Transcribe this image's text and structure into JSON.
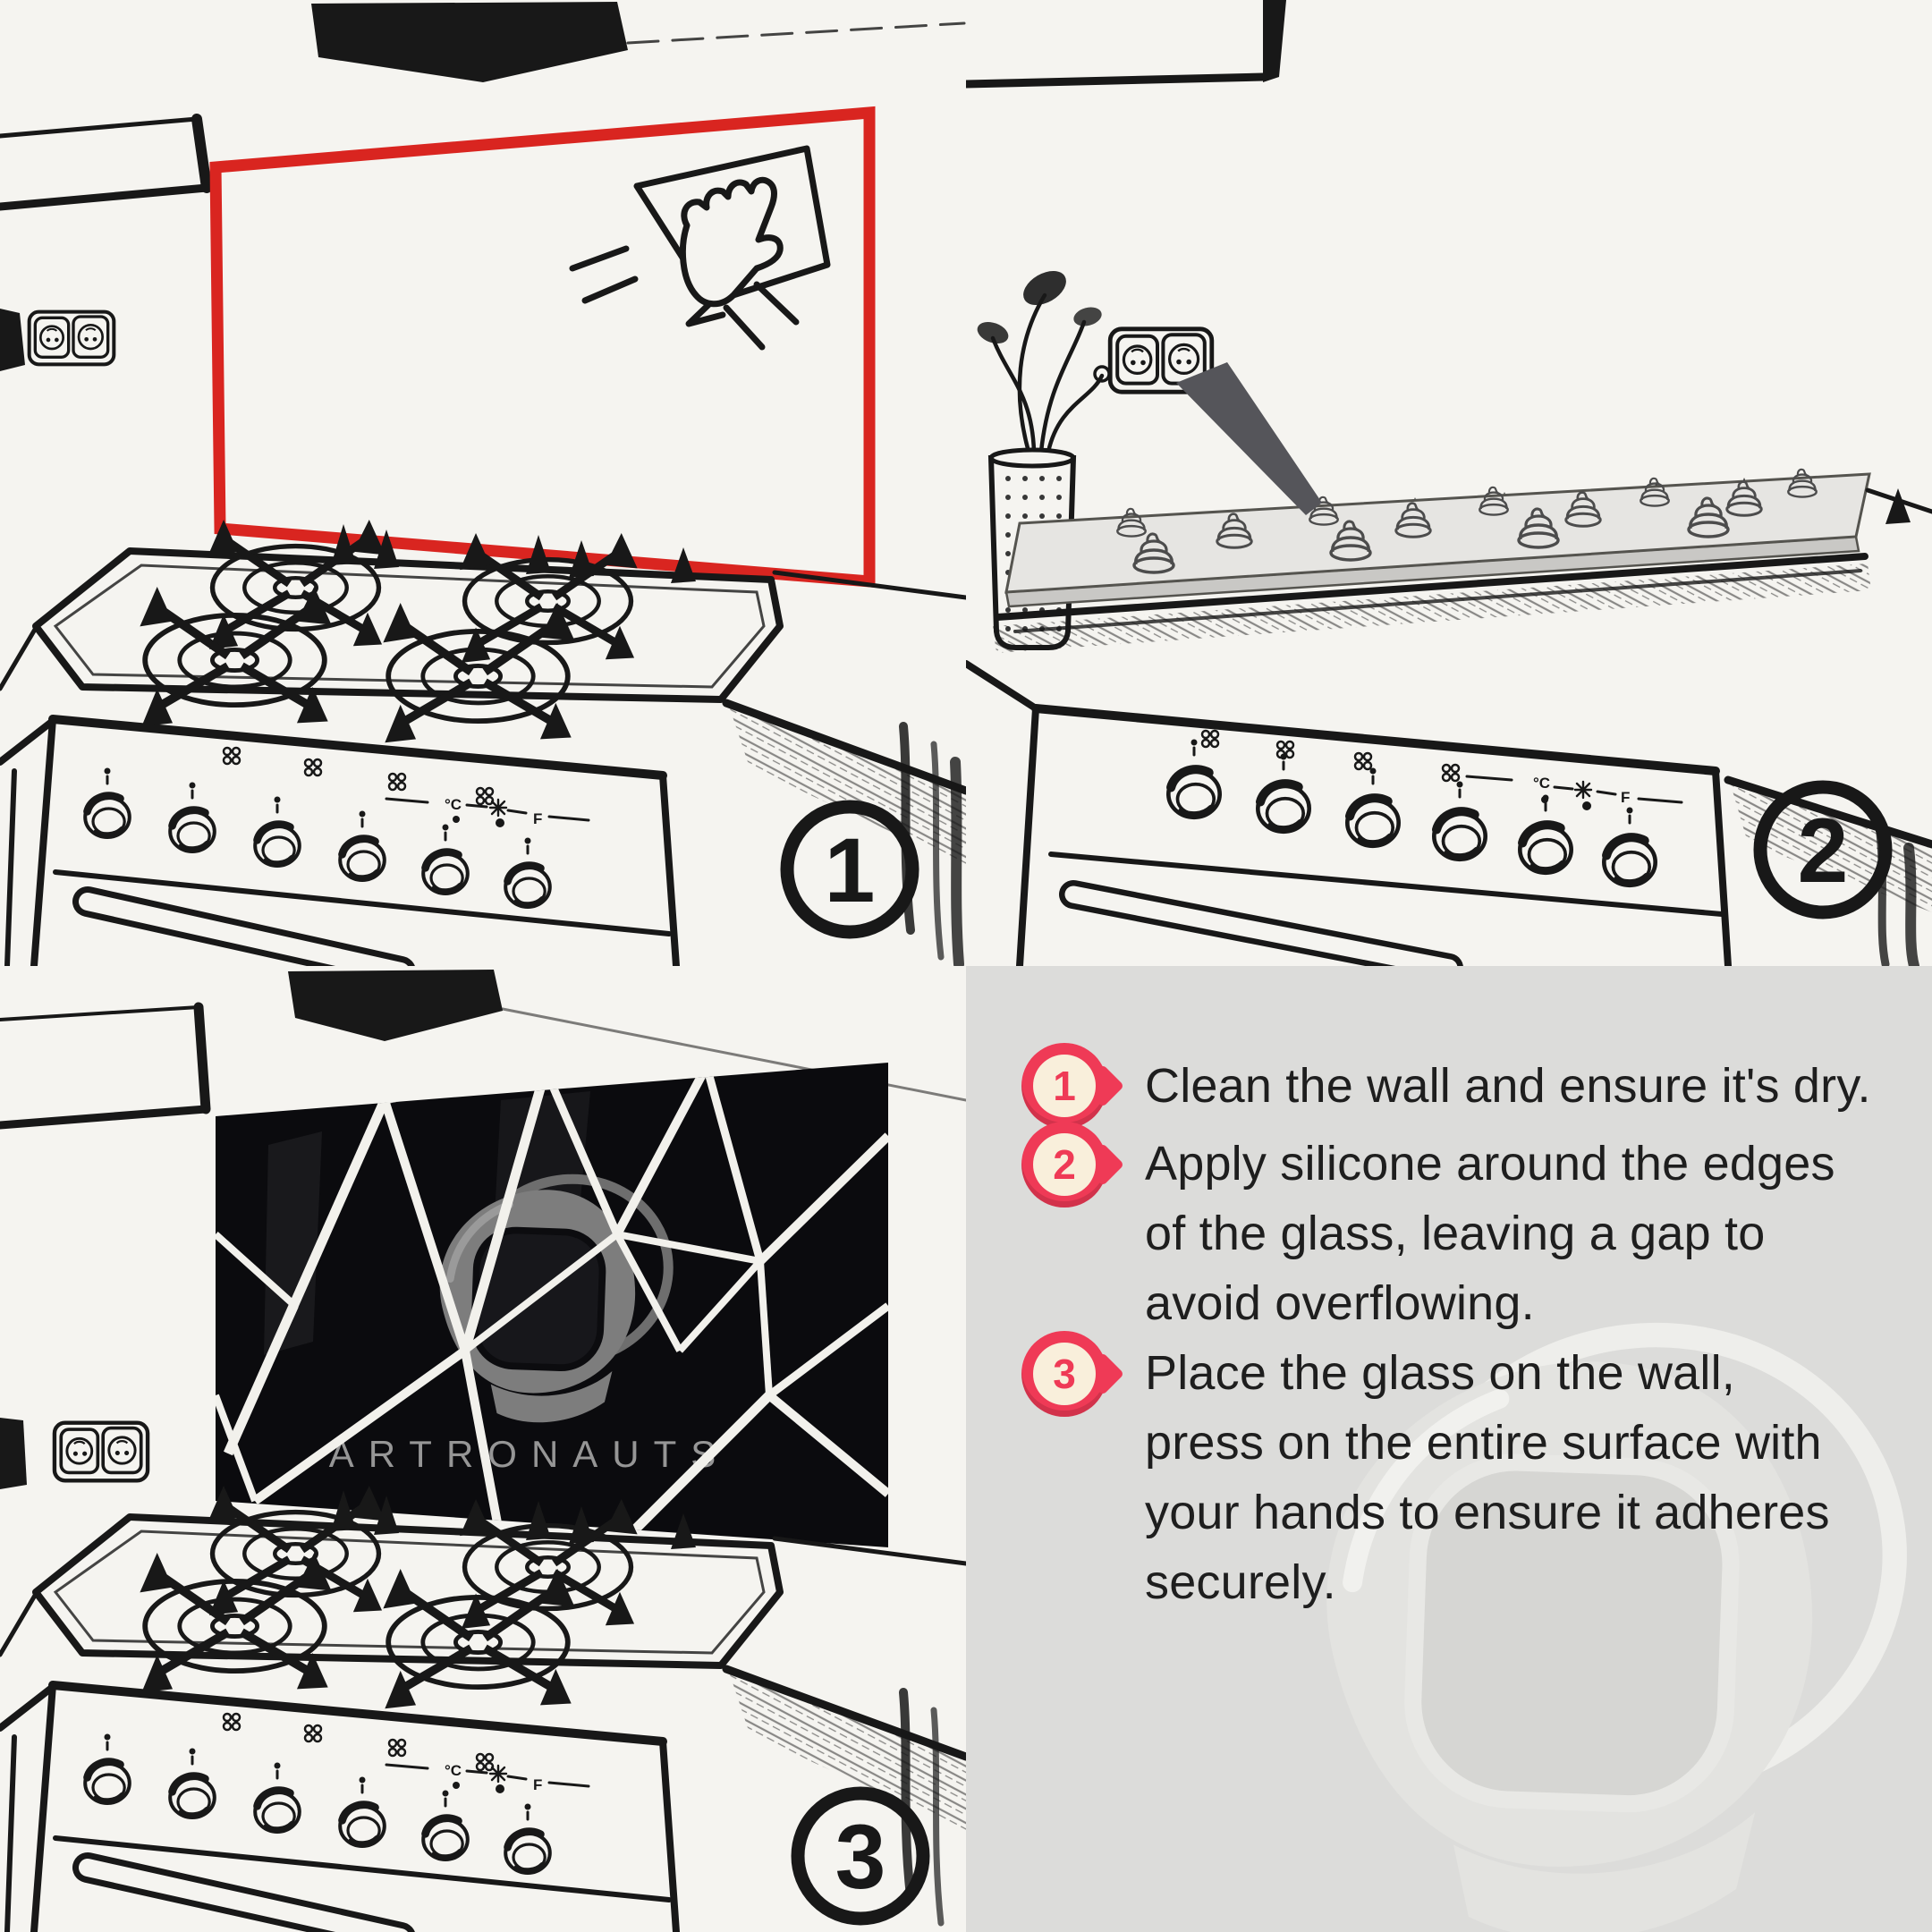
{
  "colors": {
    "paper": "#f5f4f0",
    "ink": "#181818",
    "accent-red": "#d92520",
    "pin-red": "#ef3a56",
    "pin-cream": "#f9efdb",
    "panel-gray": "#dcdcda",
    "glass-black": "#0b0b0e",
    "glass-line": "#f2f1ec",
    "logo-gray": "#7d7d7d",
    "brand-gray": "#969696",
    "nozzle-gray": "#55555a",
    "text-dark": "#1e1e1e",
    "panel-glass": "#e6e5e2"
  },
  "scenes": {
    "step1": {
      "badge": "1"
    },
    "step2": {
      "badge": "2"
    },
    "step3": {
      "badge": "3",
      "brand": "ARTRONAUTS"
    }
  },
  "stove": {
    "temp_label": "°C",
    "fuel_label": "F"
  },
  "instructions": {
    "items": [
      {
        "num": "1",
        "text": "Clean the wall and ensure it's dry."
      },
      {
        "num": "2",
        "text": "Apply silicone around the edges\nof the glass, leaving a gap to\navoid overflowing."
      },
      {
        "num": "3",
        "text": "Place the glass on the wall,\npress on the entire surface with\nyour hands to ensure it adheres\nsecurely."
      }
    ]
  }
}
